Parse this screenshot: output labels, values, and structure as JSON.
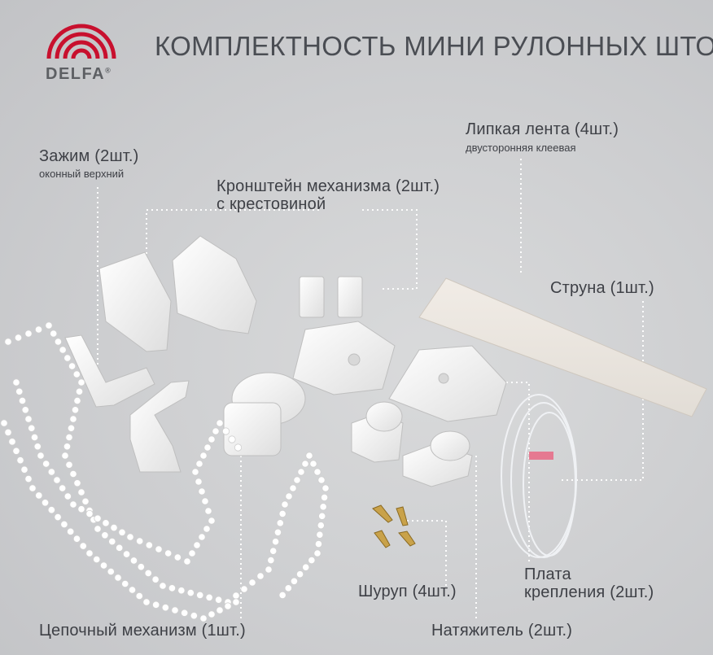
{
  "brand": {
    "name": "DELFA",
    "registered": "®",
    "accent_color": "#c8102e"
  },
  "title": "КОМПЛЕКТНОСТЬ МИНИ РУЛОННЫХ ШТОР",
  "items": {
    "clamp": {
      "label": "Зажим  (2шт.)",
      "sub": "оконный верхний"
    },
    "bracket": {
      "label_line1": "Кронштейн механизма (2шт.)",
      "label_line2": "с крестовиной"
    },
    "tape": {
      "label": "Липкая лента (4шт.)",
      "sub": "двусторонняя клеевая"
    },
    "string": {
      "label": "Струна (1шт.)"
    },
    "plate": {
      "label_line1": "Плата",
      "label_line2": "крепления (2шт.)"
    },
    "screw": {
      "label": "Шуруп (4шт.)"
    },
    "tensioner": {
      "label": "Натяжитель  (2шт.)"
    },
    "chain": {
      "label": "Цепочный механизм (1шт.)"
    }
  },
  "colors": {
    "background": "#cfd0d2",
    "text": "#3e4046",
    "parts": "#f4f4f2",
    "leader_lines": "#ffffff",
    "string_tie": "#e8708a",
    "screws": "#c9a24a"
  }
}
